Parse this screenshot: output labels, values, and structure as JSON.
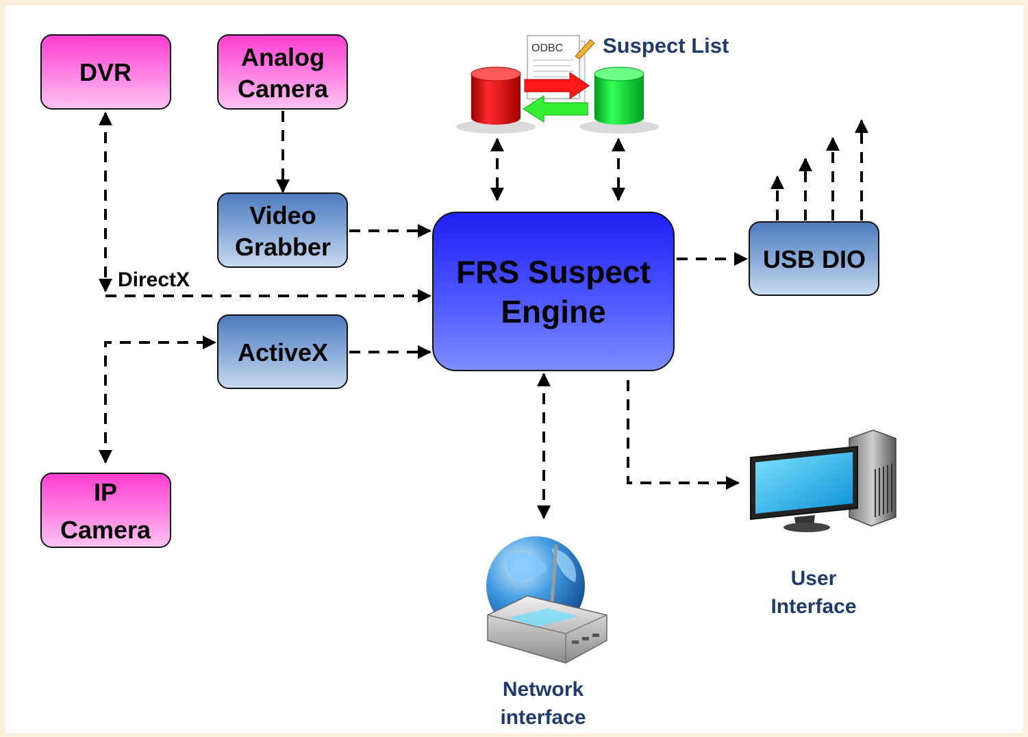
{
  "colors": {
    "background": "#fbf0dc",
    "source_box": "#ff66dd",
    "module_box": "#5a86c2",
    "engine": "#3a3aff",
    "caption_text": "#1f3b6e",
    "connector": "#000000"
  },
  "sources": {
    "dvr": "DVR",
    "analog_camera": [
      "Analog",
      "Camera"
    ],
    "ip_camera": [
      "IP",
      "Camera"
    ]
  },
  "modules": {
    "video_grabber": [
      "Video",
      "Grabber"
    ],
    "activex": "ActiveX",
    "usb_dio": "USB DIO"
  },
  "engine": [
    "FRS Suspect",
    "Engine"
  ],
  "connection_labels": {
    "directx": "DirectX"
  },
  "database": {
    "caption": "Suspect List",
    "odbc_label": "ODBC",
    "icons": [
      "red-database-icon",
      "green-database-icon",
      "odbc-document-icon"
    ]
  },
  "endpoints": {
    "network_interface": [
      "Network",
      "interface"
    ],
    "user_interface": [
      "User",
      "Interface"
    ],
    "icons": [
      "globe-router-icon",
      "desktop-computer-icon"
    ]
  }
}
